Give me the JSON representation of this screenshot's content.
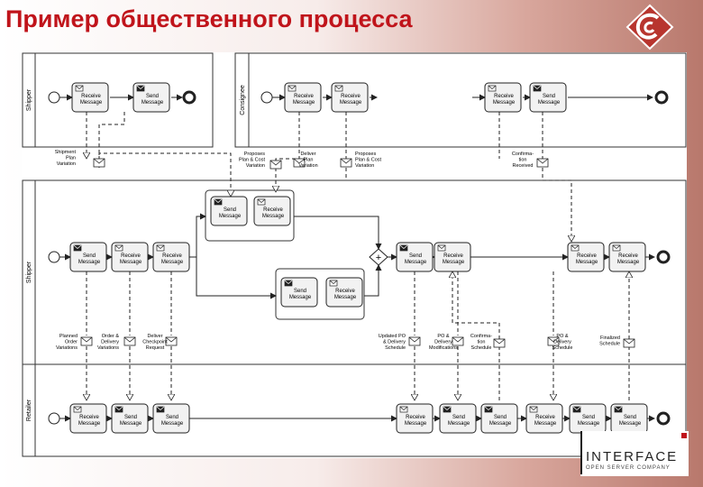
{
  "slide": {
    "title": "Пример общественного процесса",
    "footer_brand": "INTERFACE",
    "footer_tagline": "OPEN SERVER COMPANY"
  },
  "pools": {
    "shipper_top": "Shipper",
    "consignee": "Consignee",
    "shipper_mid": "Shipper",
    "retailer": "Retailer"
  },
  "tasks": {
    "send": "Send\nMessage",
    "receive": "Receive\nMessage"
  },
  "messages": {
    "shipment_plan_variation": "Shipment\nPlan\nVariation",
    "proposes_plan_cost_variation_left": "Proposes\nPlan & Cost\nVariation",
    "deliver_plan_variation": "Deliver\nPlan\nVariation",
    "proposes_plan_cost_variation_right": "Proposes\nPlan & Cost\nVariation",
    "confirmation_received": "Confirma-\ntion\nReceived",
    "planned_order_variations": "Planned\nOrder\nVariations",
    "order_delivery_variations": "Order &\nDelivery\nVariations",
    "deliver_checkpoint_request": "Deliver\nCheckpoint\nRequest",
    "updated_po_delivery_schedule": "Updated PO\n& Delivery\nSchedule",
    "po_delivery_modifications": "PO &\nDelivery\nModifications",
    "confirmation_delivery_schedule": "Confirma-\ntion\nSchedule",
    "po_delivery_schedule": "PO &\nDelivery\nSchedule",
    "finalized_schedule": "Finalized\nSchedule"
  },
  "colors": {
    "title": "#c0141b",
    "lane_line": "#333333",
    "task_fill": "#f2f2f2"
  }
}
